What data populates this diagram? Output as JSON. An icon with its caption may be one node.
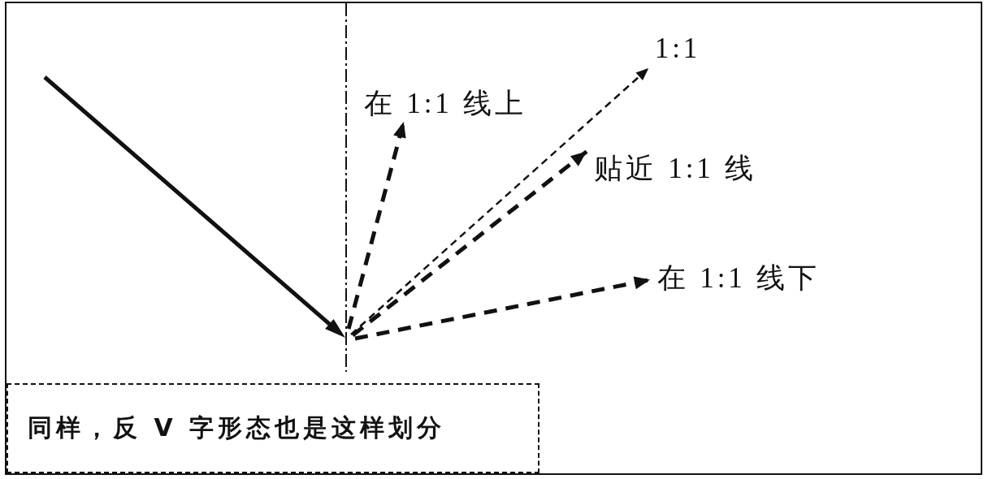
{
  "diagram": {
    "nodes": [
      {
        "text": [
          "1:1"
        ]
      },
      {
        "text": [
          "在 1:1 线上"
        ]
      },
      {
        "text": [
          "贴近 1:1 线"
        ]
      },
      {
        "text": [
          "在 1:1 线下"
        ]
      },
      {
        "text": [
          "同样，反 V 字形态也是这样划分"
        ]
      }
    ],
    "edges": [
      {
        "from": null,
        "to": 0,
        "arrow": "to",
        "style": "dashed"
      },
      {
        "from": null,
        "to": 1,
        "arrow": "to",
        "style": "dashed"
      },
      {
        "from": null,
        "to": 2,
        "arrow": "to",
        "style": "dashed"
      },
      {
        "from": null,
        "to": 3,
        "arrow": "to",
        "style": "dashed"
      }
    ]
  }
}
